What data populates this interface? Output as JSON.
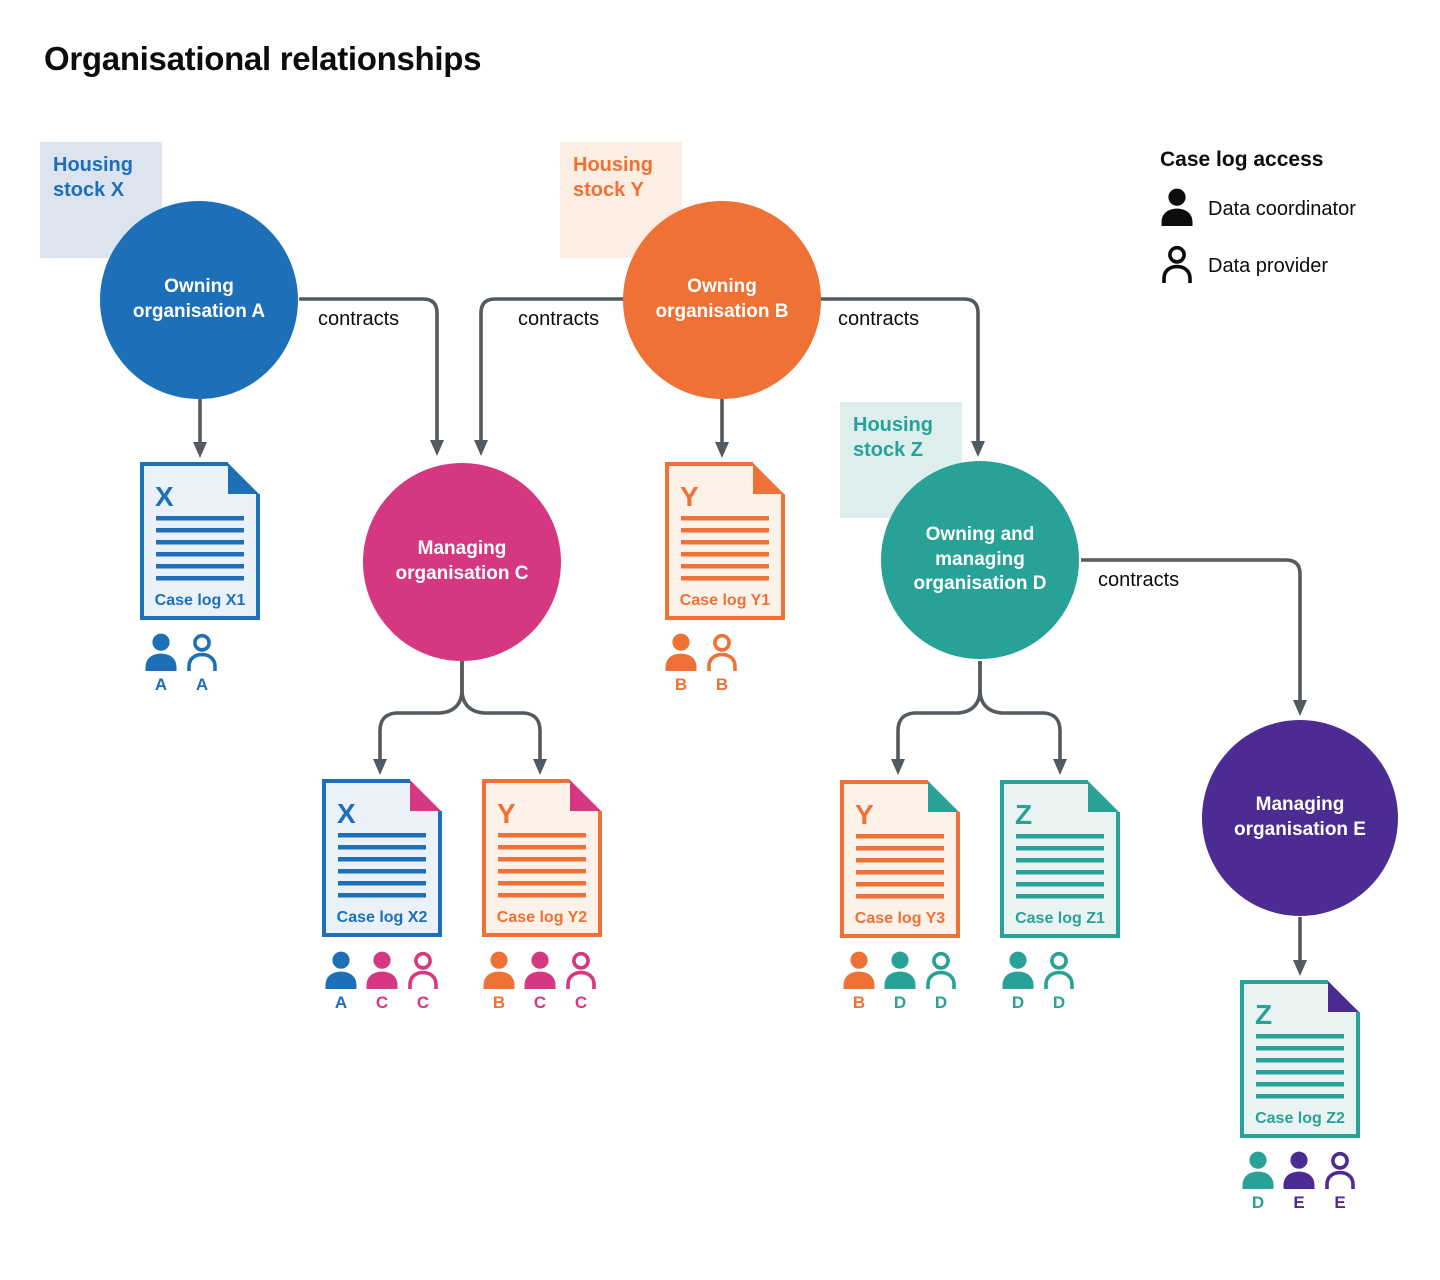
{
  "title": "Organisational relationships",
  "colors": {
    "blue": "#1d70b8",
    "orange": "#ee7135",
    "pink": "#d53880",
    "teal": "#28a197",
    "purple": "#4c2c92",
    "arrow_grey": "#545a5e",
    "text_black": "#0b0c0c",
    "housing_x_bg": "#dbe4ef",
    "housing_y_bg": "#fceee3",
    "housing_z_bg": "#ddefec",
    "doc_x_fill": "#eaf1f8",
    "doc_y_fill": "#fdf2ea",
    "doc_z_fill": "#e9f4f2"
  },
  "legend": {
    "title": "Case log access",
    "items": [
      {
        "icon": "person-filled-icon",
        "label": "Data coordinator",
        "color": "#0b0c0c"
      },
      {
        "icon": "person-outline-icon",
        "label": "Data provider",
        "color": "#0b0c0c"
      }
    ]
  },
  "housing_stocks": [
    {
      "id": "X",
      "line1": "Housing",
      "line2": "stock X",
      "text_color": "#1d70b8",
      "bg_color": "#dbe4ef"
    },
    {
      "id": "Y",
      "line1": "Housing",
      "line2": "stock Y",
      "text_color": "#ee7135",
      "bg_color": "#fceee3"
    },
    {
      "id": "Z",
      "line1": "Housing",
      "line2": "stock Z",
      "text_color": "#28a197",
      "bg_color": "#ddefec"
    }
  ],
  "organisations": [
    {
      "id": "A",
      "label": "Owning organisation A",
      "color": "#1d70b8"
    },
    {
      "id": "B",
      "label": "Owning organisation B",
      "color": "#ee7135"
    },
    {
      "id": "C",
      "label": "Managing organisation C",
      "color": "#d53880"
    },
    {
      "id": "D",
      "label": "Owning and managing organisation D",
      "color": "#28a197"
    },
    {
      "id": "E",
      "label": "Managing organisation E",
      "color": "#4c2c92"
    }
  ],
  "connections": [
    {
      "from": "Owning organisation A",
      "to": "Managing organisation C",
      "label": "contracts"
    },
    {
      "from": "Owning organisation B",
      "to": "Managing organisation C",
      "label": "contracts"
    },
    {
      "from": "Owning organisation B",
      "to": "Owning and managing organisation D",
      "label": "contracts"
    },
    {
      "from": "Owning and managing organisation D",
      "to": "Managing organisation E",
      "label": "contracts"
    },
    {
      "from": "Owning organisation A",
      "to": "Case log X1",
      "label": ""
    },
    {
      "from": "Owning organisation B",
      "to": "Case log Y1",
      "label": ""
    },
    {
      "from": "Managing organisation C",
      "to": "Case log X2",
      "label": ""
    },
    {
      "from": "Managing organisation C",
      "to": "Case log Y2",
      "label": ""
    },
    {
      "from": "Owning and managing organisation D",
      "to": "Case log Y3",
      "label": ""
    },
    {
      "from": "Owning and managing organisation D",
      "to": "Case log Z1",
      "label": ""
    },
    {
      "from": "Managing organisation E",
      "to": "Case log Z2",
      "label": ""
    }
  ],
  "case_logs": [
    {
      "id": "X1",
      "letter": "X",
      "caption": "Case log X1",
      "color": "#1d70b8",
      "fill": "#eaf1f8",
      "fold": "#1d70b8",
      "access": [
        {
          "role": "coordinator",
          "org": "A",
          "color": "#1d70b8"
        },
        {
          "role": "provider",
          "org": "A",
          "color": "#1d70b8"
        }
      ]
    },
    {
      "id": "Y1",
      "letter": "Y",
      "caption": "Case log Y1",
      "color": "#ee7135",
      "fill": "#fdf2ea",
      "fold": "#ee7135",
      "access": [
        {
          "role": "coordinator",
          "org": "B",
          "color": "#ee7135"
        },
        {
          "role": "provider",
          "org": "B",
          "color": "#ee7135"
        }
      ]
    },
    {
      "id": "X2",
      "letter": "X",
      "caption": "Case log X2",
      "color": "#1d70b8",
      "fill": "#eaf1f8",
      "fold": "#d53880",
      "access": [
        {
          "role": "coordinator",
          "org": "A",
          "color": "#1d70b8"
        },
        {
          "role": "coordinator",
          "org": "C",
          "color": "#d53880"
        },
        {
          "role": "provider",
          "org": "C",
          "color": "#d53880"
        }
      ]
    },
    {
      "id": "Y2",
      "letter": "Y",
      "caption": "Case log Y2",
      "color": "#ee7135",
      "fill": "#fdf2ea",
      "fold": "#d53880",
      "access": [
        {
          "role": "coordinator",
          "org": "B",
          "color": "#ee7135"
        },
        {
          "role": "coordinator",
          "org": "C",
          "color": "#d53880"
        },
        {
          "role": "provider",
          "org": "C",
          "color": "#d53880"
        }
      ]
    },
    {
      "id": "Y3",
      "letter": "Y",
      "caption": "Case log Y3",
      "color": "#ee7135",
      "fill": "#fdf2ea",
      "fold": "#28a197",
      "access": [
        {
          "role": "coordinator",
          "org": "B",
          "color": "#ee7135"
        },
        {
          "role": "coordinator",
          "org": "D",
          "color": "#28a197"
        },
        {
          "role": "provider",
          "org": "D",
          "color": "#28a197"
        }
      ]
    },
    {
      "id": "Z1",
      "letter": "Z",
      "caption": "Case log Z1",
      "color": "#28a197",
      "fill": "#e9f4f2",
      "fold": "#28a197",
      "access": [
        {
          "role": "coordinator",
          "org": "D",
          "color": "#28a197"
        },
        {
          "role": "provider",
          "org": "D",
          "color": "#28a197"
        }
      ]
    },
    {
      "id": "Z2",
      "letter": "Z",
      "caption": "Case log Z2",
      "color": "#28a197",
      "fill": "#e9f4f2",
      "fold": "#4c2c92",
      "access": [
        {
          "role": "coordinator",
          "org": "D",
          "color": "#28a197"
        },
        {
          "role": "coordinator",
          "org": "E",
          "color": "#4c2c92"
        },
        {
          "role": "provider",
          "org": "E",
          "color": "#4c2c92"
        }
      ]
    }
  ]
}
